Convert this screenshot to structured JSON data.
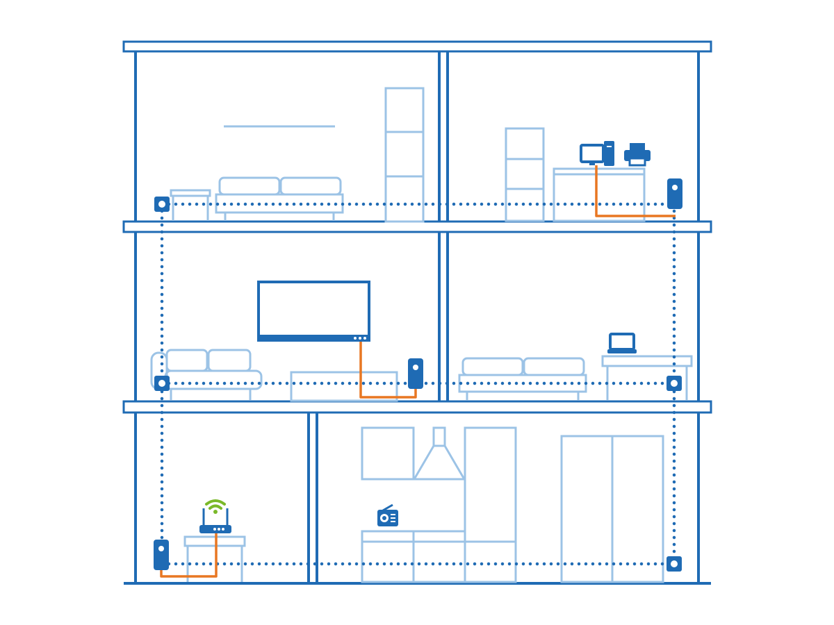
{
  "colors": {
    "building": "#1f6bb4",
    "furniture": "#9cc3e6",
    "powerline": "#1f6bb4",
    "ethernet": "#e87722",
    "wifi": "#7ab929",
    "background": "#ffffff"
  },
  "rooms": [
    {
      "floor": "top",
      "side": "left",
      "type": "living-room"
    },
    {
      "floor": "top",
      "side": "right",
      "type": "office"
    },
    {
      "floor": "middle",
      "side": "left",
      "type": "tv-room"
    },
    {
      "floor": "middle",
      "side": "right",
      "type": "lounge"
    },
    {
      "floor": "ground",
      "side": "left",
      "type": "router-room"
    },
    {
      "floor": "ground",
      "side": "right",
      "type": "kitchen"
    }
  ],
  "devices": {
    "powerline_adapters": 7,
    "endpoints": [
      "desktop-computer-icon",
      "printer-icon",
      "television-icon",
      "laptop-icon",
      "wifi-router-icon",
      "radio-icon"
    ]
  }
}
